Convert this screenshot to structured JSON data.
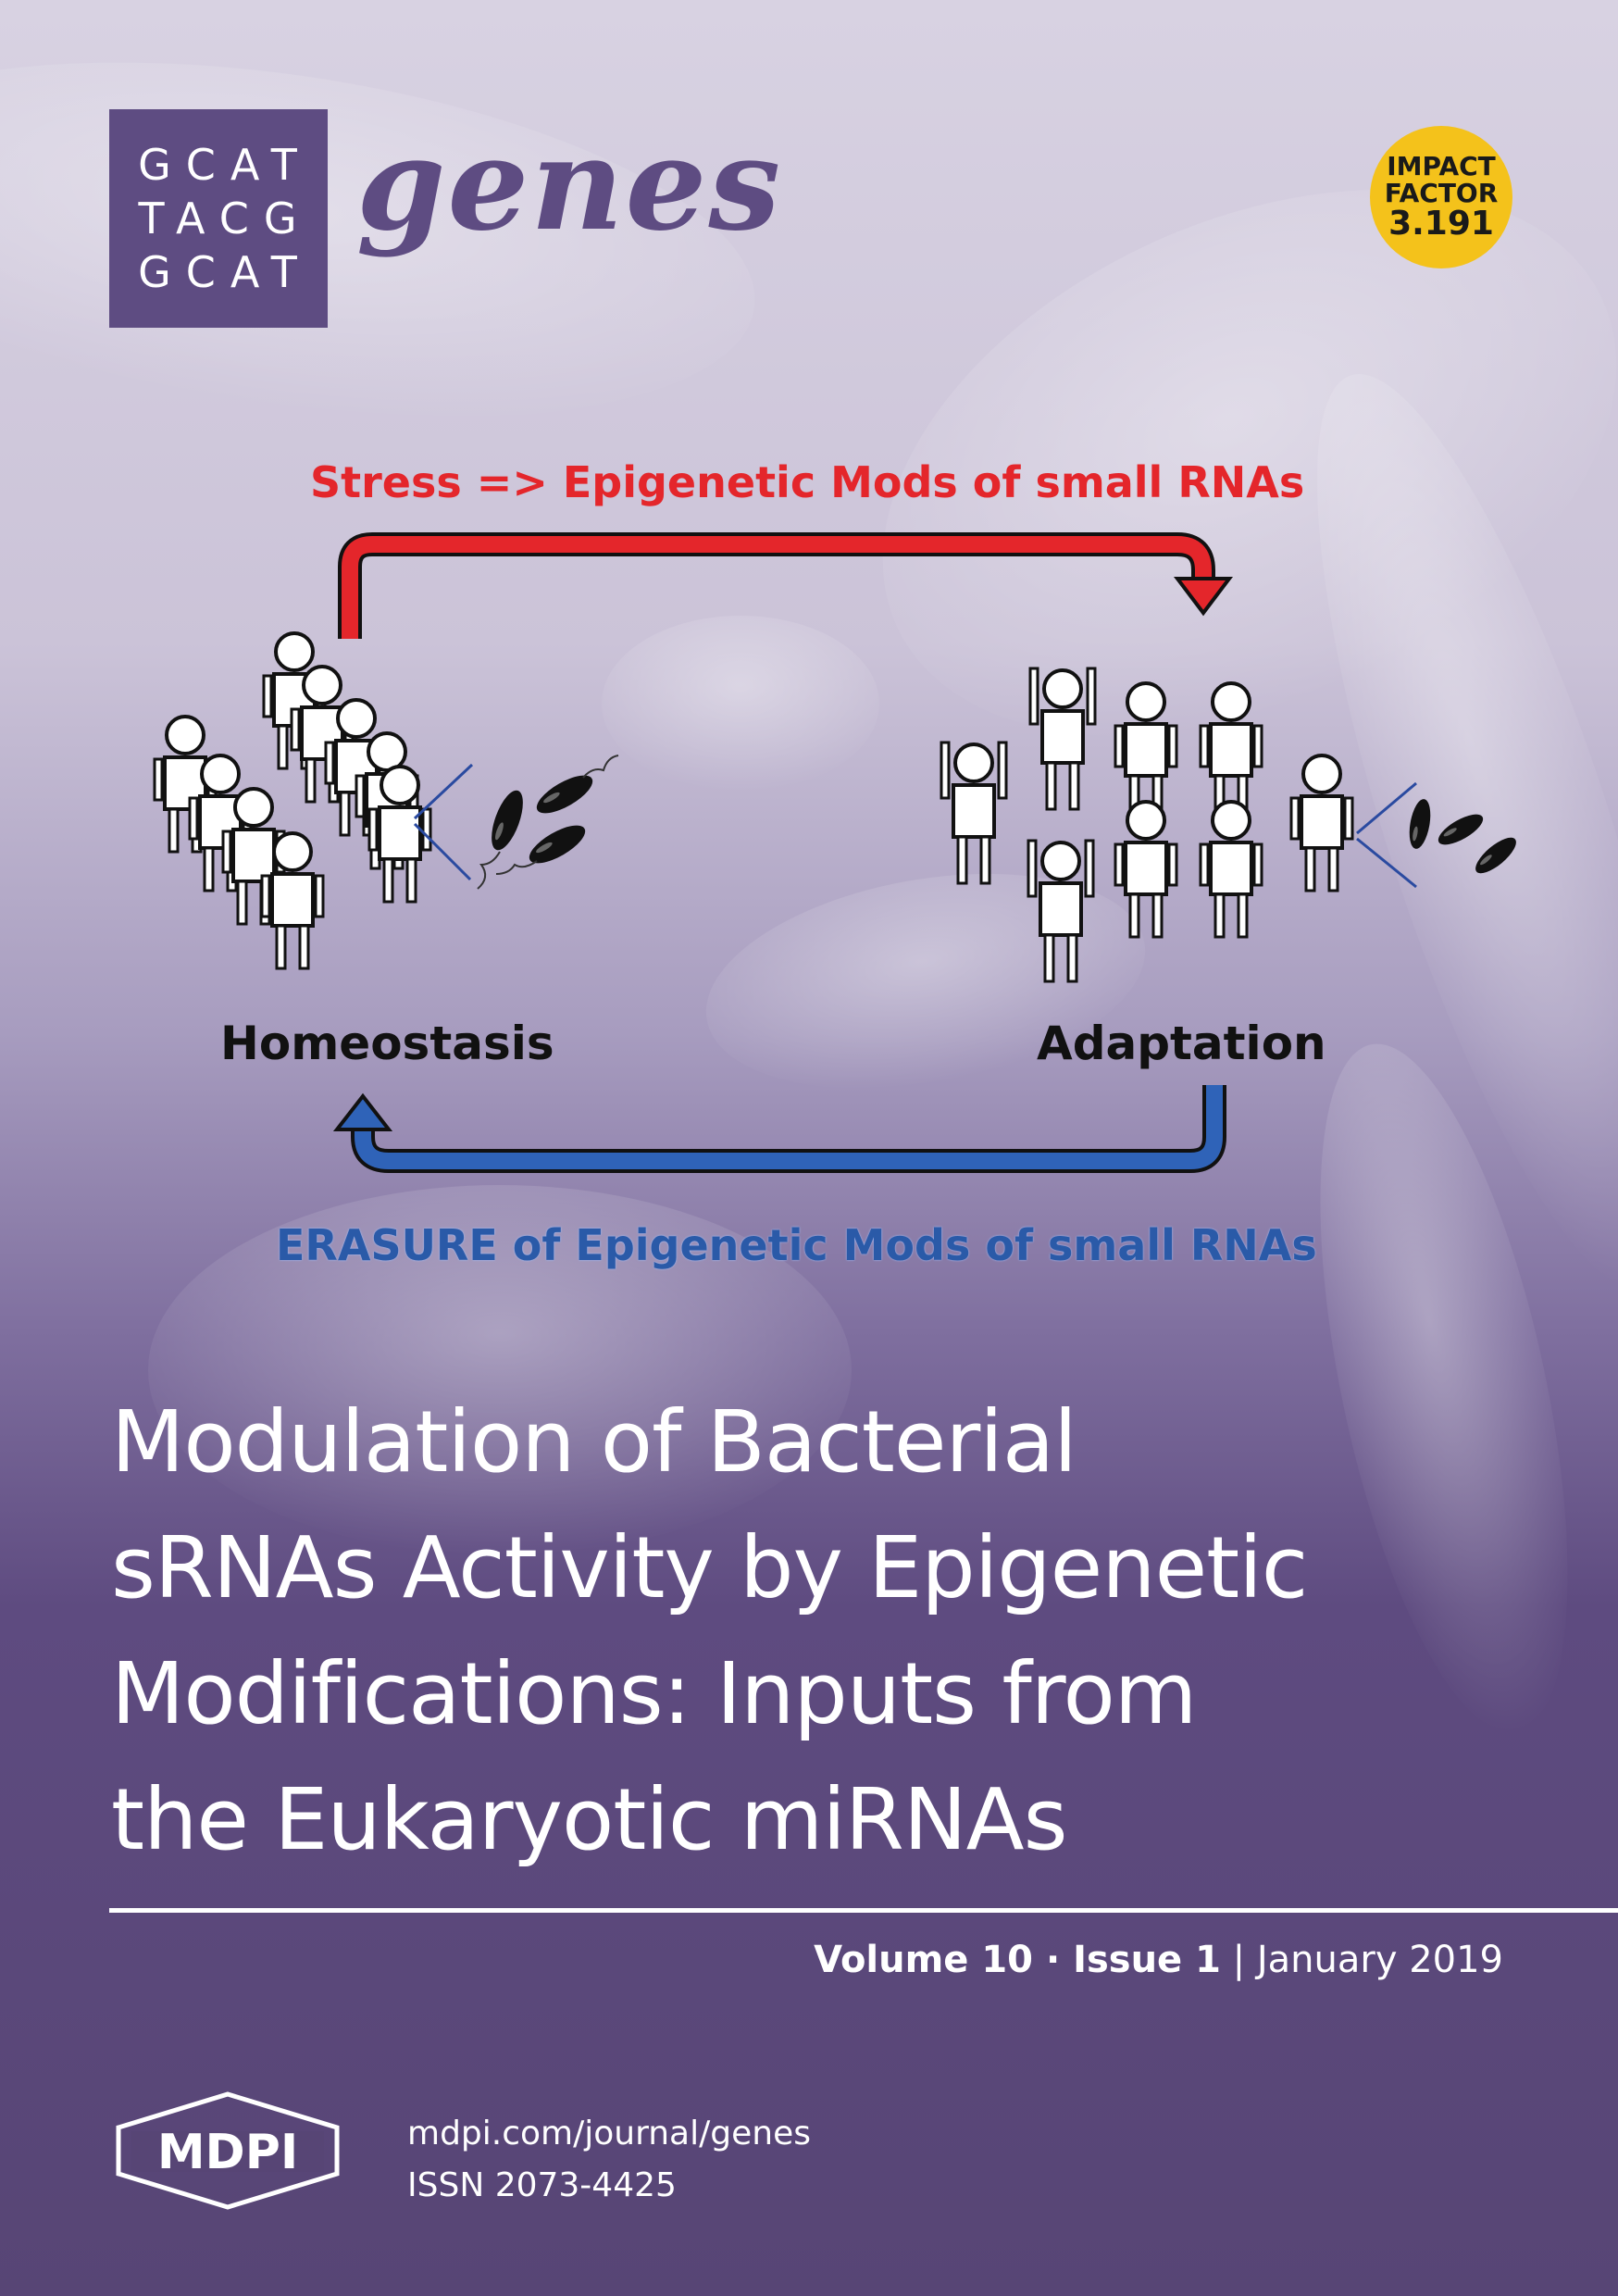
{
  "logo": {
    "letters": [
      "GCAT",
      "TACG",
      "GCAT"
    ],
    "journal": "genes"
  },
  "impact": {
    "line1": "IMPACT",
    "line2": "FACTOR",
    "value": "3.191"
  },
  "diagram": {
    "top_arrow_label": "Stress => Epigenetic Mods of small RNAs",
    "bottom_arrow_label": "ERASURE of Epigenetic Mods of small RNAs",
    "left_state": "Homeostasis",
    "right_state": "Adaptation",
    "colors": {
      "stress": "#e4262b",
      "erasure": "#2a5aa8"
    }
  },
  "title": {
    "line1": "Modulation of Bacterial",
    "line2": "sRNAs Activity by Epigenetic",
    "line3": "Modifications: Inputs from",
    "line4": "the Eukaryotic miRNAs"
  },
  "issue": {
    "volume": "Volume 10",
    "sep1": " · ",
    "issue": "Issue 1",
    "sep2": " | ",
    "date": "January 2019"
  },
  "publisher": {
    "name": "MDPI",
    "url": "mdpi.com/journal/genes",
    "issn": "ISSN 2073-4425"
  },
  "colors": {
    "brand": "#5e4c82",
    "badge": "#f4c21b"
  }
}
